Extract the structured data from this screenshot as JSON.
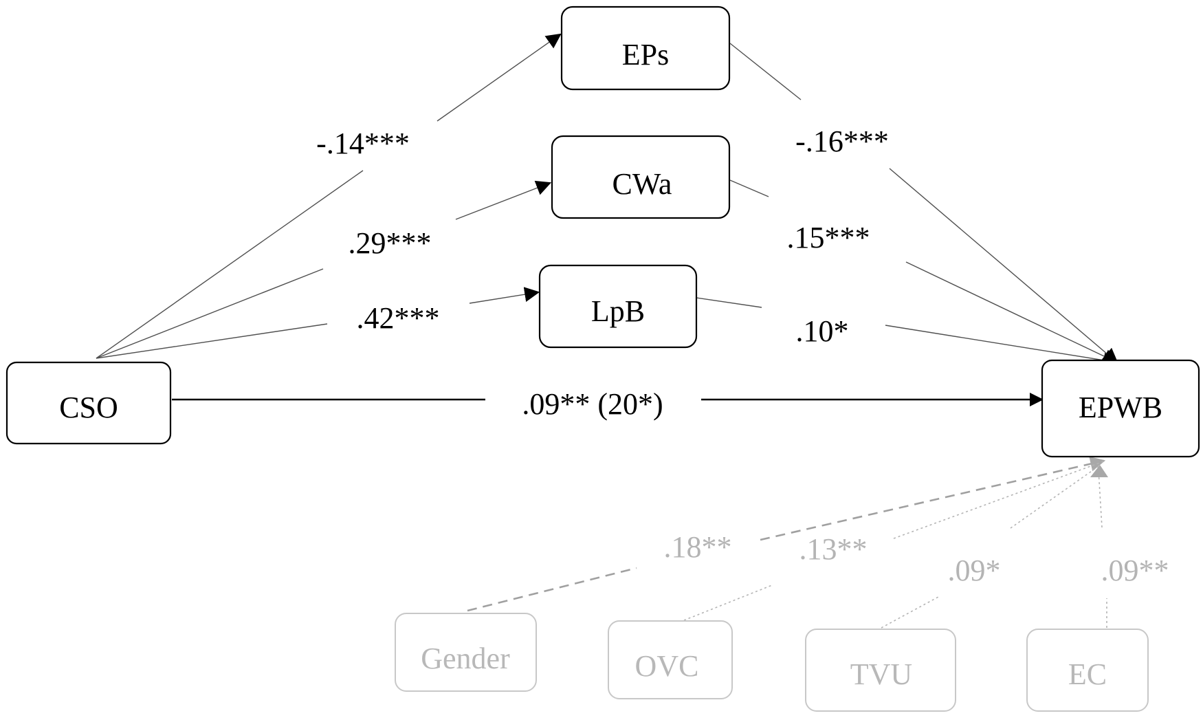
{
  "nodes": {
    "cso": "CSO",
    "eps": "EPs",
    "cwa": "CWa",
    "lpb": "LpB",
    "epwb": "EPWB"
  },
  "controls": {
    "gender": "Gender",
    "ovc": "OVC",
    "tvu": "TVU",
    "ec": "EC"
  },
  "paths": {
    "cso_eps": "-.14***",
    "cso_cwa": ".29***",
    "cso_lpb": ".42***",
    "eps_epwb": "-.16***",
    "cwa_epwb": ".15***",
    "lpb_epwb": ".10*",
    "cso_epwb": ".09** (20*)"
  },
  "control_paths": {
    "gender": ".18**",
    "ovc": ".13**",
    "tvu": ".09*",
    "ec": ".09**"
  },
  "colors": {
    "main": "#000000",
    "control": "#b4b4b4"
  }
}
